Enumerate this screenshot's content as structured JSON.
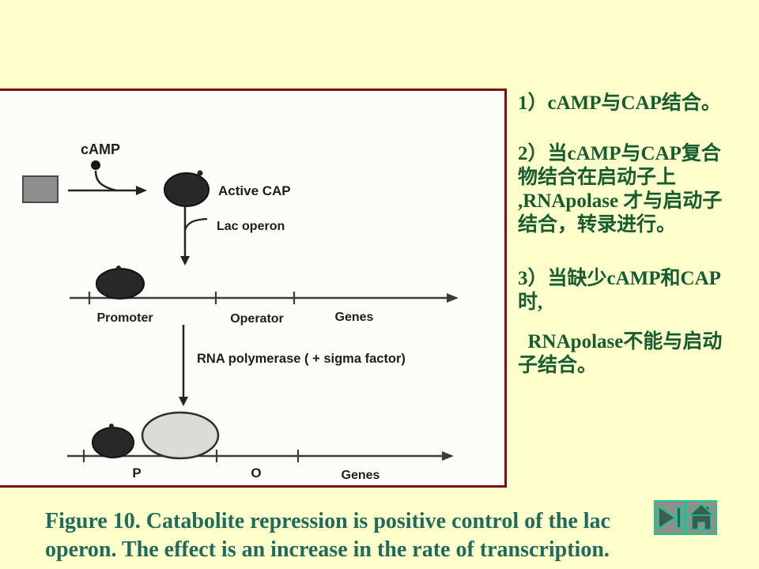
{
  "colors": {
    "background": "#FFFFCB",
    "panel_border": "#7A0E10",
    "notes_text": "#155C30",
    "caption_text": "#1E6B5C",
    "nav_accent": "#1BC493"
  },
  "diagram": {
    "labels": {
      "camp": "cAMP",
      "active_cap": "Active CAP",
      "lac_operon": "Lac operon",
      "promoter": "Promoter",
      "operator": "Operator",
      "genes_top": "Genes",
      "rna_polymerase": "RNA polymerase ( + sigma factor)",
      "p": "P",
      "o": "O",
      "genes_bottom": "Genes"
    }
  },
  "notes": {
    "paragraphs": [
      {
        "lines": [
          "1）cAMP与CAP结合。"
        ]
      },
      {
        "lines": [
          "2）当cAMP与CAP复合",
          "物结合在启动子上",
          ",RNApolase 才与启动子",
          "结合，转录进行。"
        ]
      },
      {
        "lines": [
          "3）当缺少cAMP和CAP",
          "时,"
        ]
      },
      {
        "lines": [
          "  RNApolase不能与启动",
          "子结合。"
        ]
      }
    ]
  },
  "caption": {
    "lines": [
      "Figure 10. Catabolite repression is positive control of the lac",
      "operon. The effect is an increase in the rate of transcription."
    ]
  }
}
